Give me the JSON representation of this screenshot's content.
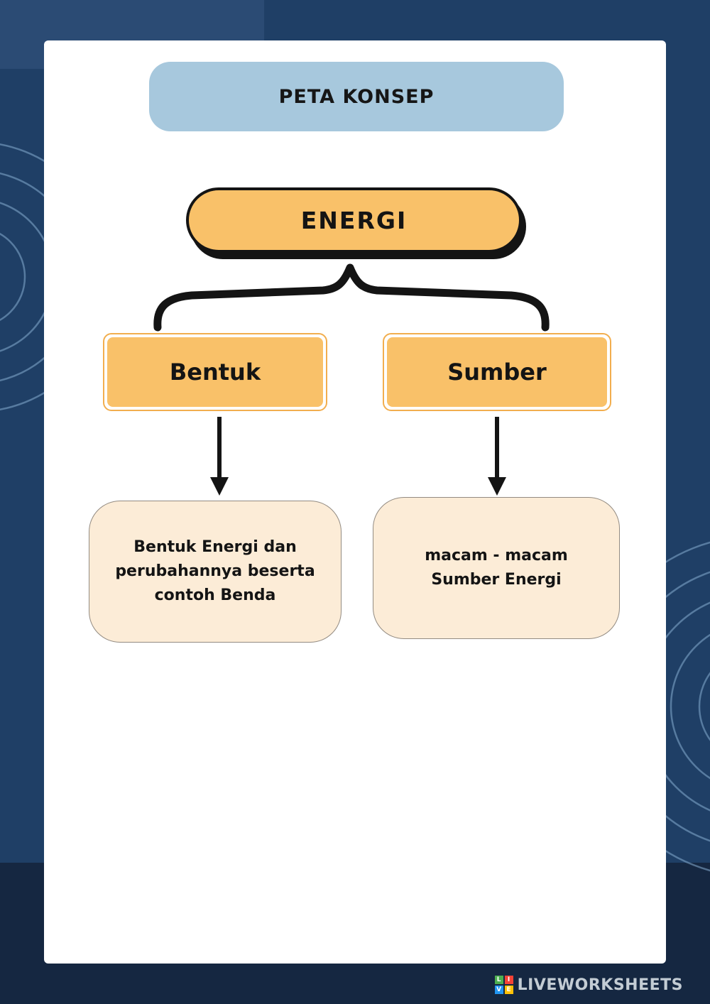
{
  "header": {
    "title": "PETA KONSEP"
  },
  "diagram": {
    "root": "ENERGI",
    "branches": [
      {
        "label": "Bentuk",
        "description": "Bentuk Energi dan perubahannya beserta contoh Benda"
      },
      {
        "label": "Sumber",
        "description": "macam - macam Sumber Energi"
      }
    ]
  },
  "footer": {
    "brand": "LIVEWORKSHEETS",
    "logo_letters": [
      "L",
      "I",
      "V",
      "E"
    ]
  },
  "colors": {
    "background_navy": "#1f3f66",
    "background_navy_dark": "#152741",
    "title_banner_blue": "#a7c8dd",
    "node_orange": "#f9c169",
    "leaf_cream": "#fcecd7",
    "ink_black": "#141414",
    "contour_line_blue": "#86add0"
  }
}
